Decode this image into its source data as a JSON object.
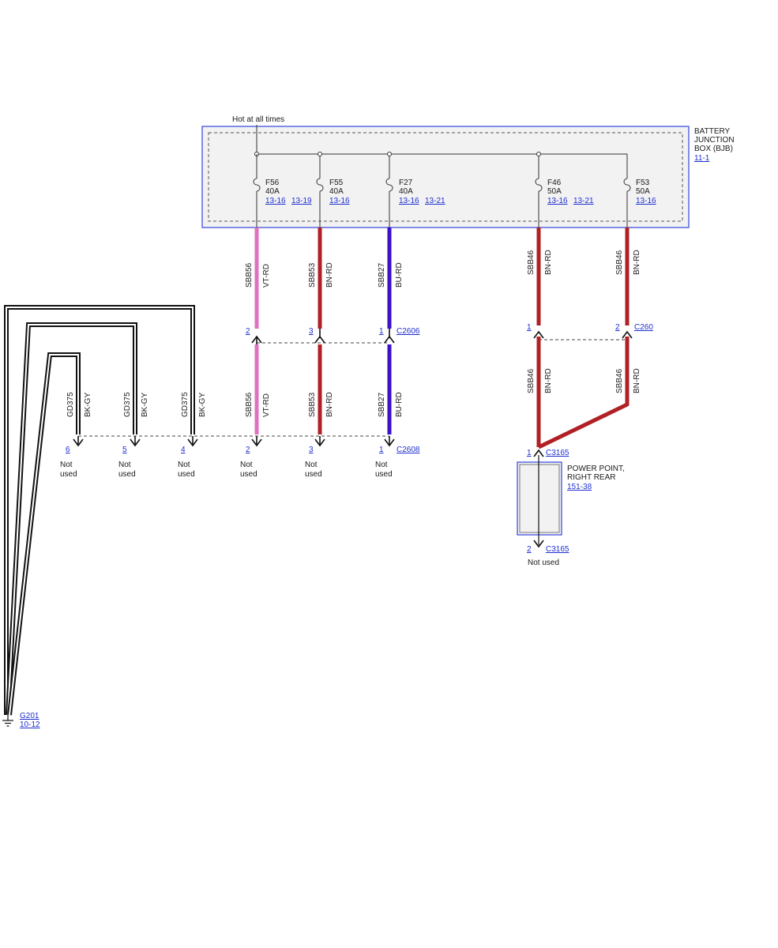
{
  "diagram": {
    "hot_label": "Hot at all times",
    "bjb": {
      "name_line1": "BATTERY",
      "name_line2": "JUNCTION",
      "name_line3": "BOX (BJB)",
      "ref": "11-1"
    },
    "fuses": [
      {
        "id": "F56",
        "rating": "40A",
        "refs": [
          "13-16",
          "13-19"
        ]
      },
      {
        "id": "F55",
        "rating": "40A",
        "refs": [
          "13-16"
        ]
      },
      {
        "id": "F27",
        "rating": "40A",
        "refs": [
          "13-16",
          "13-21"
        ]
      },
      {
        "id": "F46",
        "rating": "50A",
        "refs": [
          "13-16",
          "13-21"
        ]
      },
      {
        "id": "F53",
        "rating": "50A",
        "refs": [
          "13-16"
        ]
      }
    ],
    "upper_wires": [
      {
        "circuit": "SBB56",
        "color": "VT-RD",
        "hex": "#e070c0"
      },
      {
        "circuit": "SBB53",
        "color": "BN-RD",
        "hex": "#b02025"
      },
      {
        "circuit": "SBB27",
        "color": "BU-RD",
        "hex": "#3a10c8"
      },
      {
        "circuit": "SBB46",
        "color": "BN-RD",
        "hex": "#b02025"
      },
      {
        "circuit": "SBB46",
        "color": "BN-RD",
        "hex": "#b02025"
      }
    ],
    "c2606": {
      "name": "C2606",
      "pins": [
        "2",
        "3",
        "1"
      ]
    },
    "c260": {
      "name": "C260",
      "pins": [
        "1",
        "2"
      ]
    },
    "lower_wires": [
      {
        "circuit": "GD375",
        "color": "BK-GY"
      },
      {
        "circuit": "GD375",
        "color": "BK-GY"
      },
      {
        "circuit": "GD375",
        "color": "BK-GY"
      },
      {
        "circuit": "SBB56",
        "color": "VT-RD"
      },
      {
        "circuit": "SBB53",
        "color": "BN-RD"
      },
      {
        "circuit": "SBB27",
        "color": "BU-RD"
      }
    ],
    "right_lower_wires": [
      {
        "circuit": "SBB46",
        "color": "BN-RD"
      },
      {
        "circuit": "SBB46",
        "color": "BN-RD"
      }
    ],
    "c2608": {
      "name": "C2608",
      "pins": [
        "6",
        "5",
        "4",
        "2",
        "3",
        "1"
      ]
    },
    "not_used_line1": "Not",
    "not_used_line2": "used",
    "not_used_inline": "Not used",
    "c3165": {
      "name": "C3165",
      "pin_top": "1",
      "pin_bottom": "2"
    },
    "power_point": {
      "line1": "POWER POINT,",
      "line2": "RIGHT REAR",
      "ref": "151-38"
    },
    "ground": {
      "name": "G201",
      "ref": "10-12"
    }
  }
}
